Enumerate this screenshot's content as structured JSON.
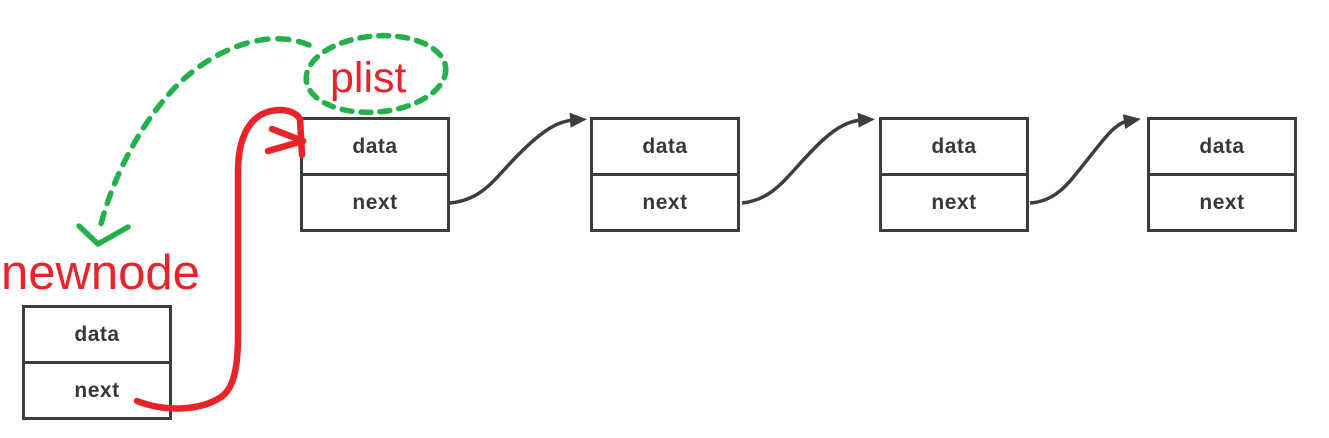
{
  "diagram": {
    "labels": {
      "plist": "plist",
      "newnode": "newnode"
    },
    "list_nodes": [
      {
        "data": "data",
        "next": "next"
      },
      {
        "data": "data",
        "next": "next"
      },
      {
        "data": "data",
        "next": "next"
      },
      {
        "data": "data",
        "next": "next"
      }
    ],
    "new_node": {
      "data": "data",
      "next": "next"
    },
    "colors": {
      "annotation_red": "#e8242b",
      "annotation_green": "#24b04b",
      "box_border": "#3d3d3d",
      "cell_text": "#383838",
      "background": "#ffffff"
    }
  }
}
